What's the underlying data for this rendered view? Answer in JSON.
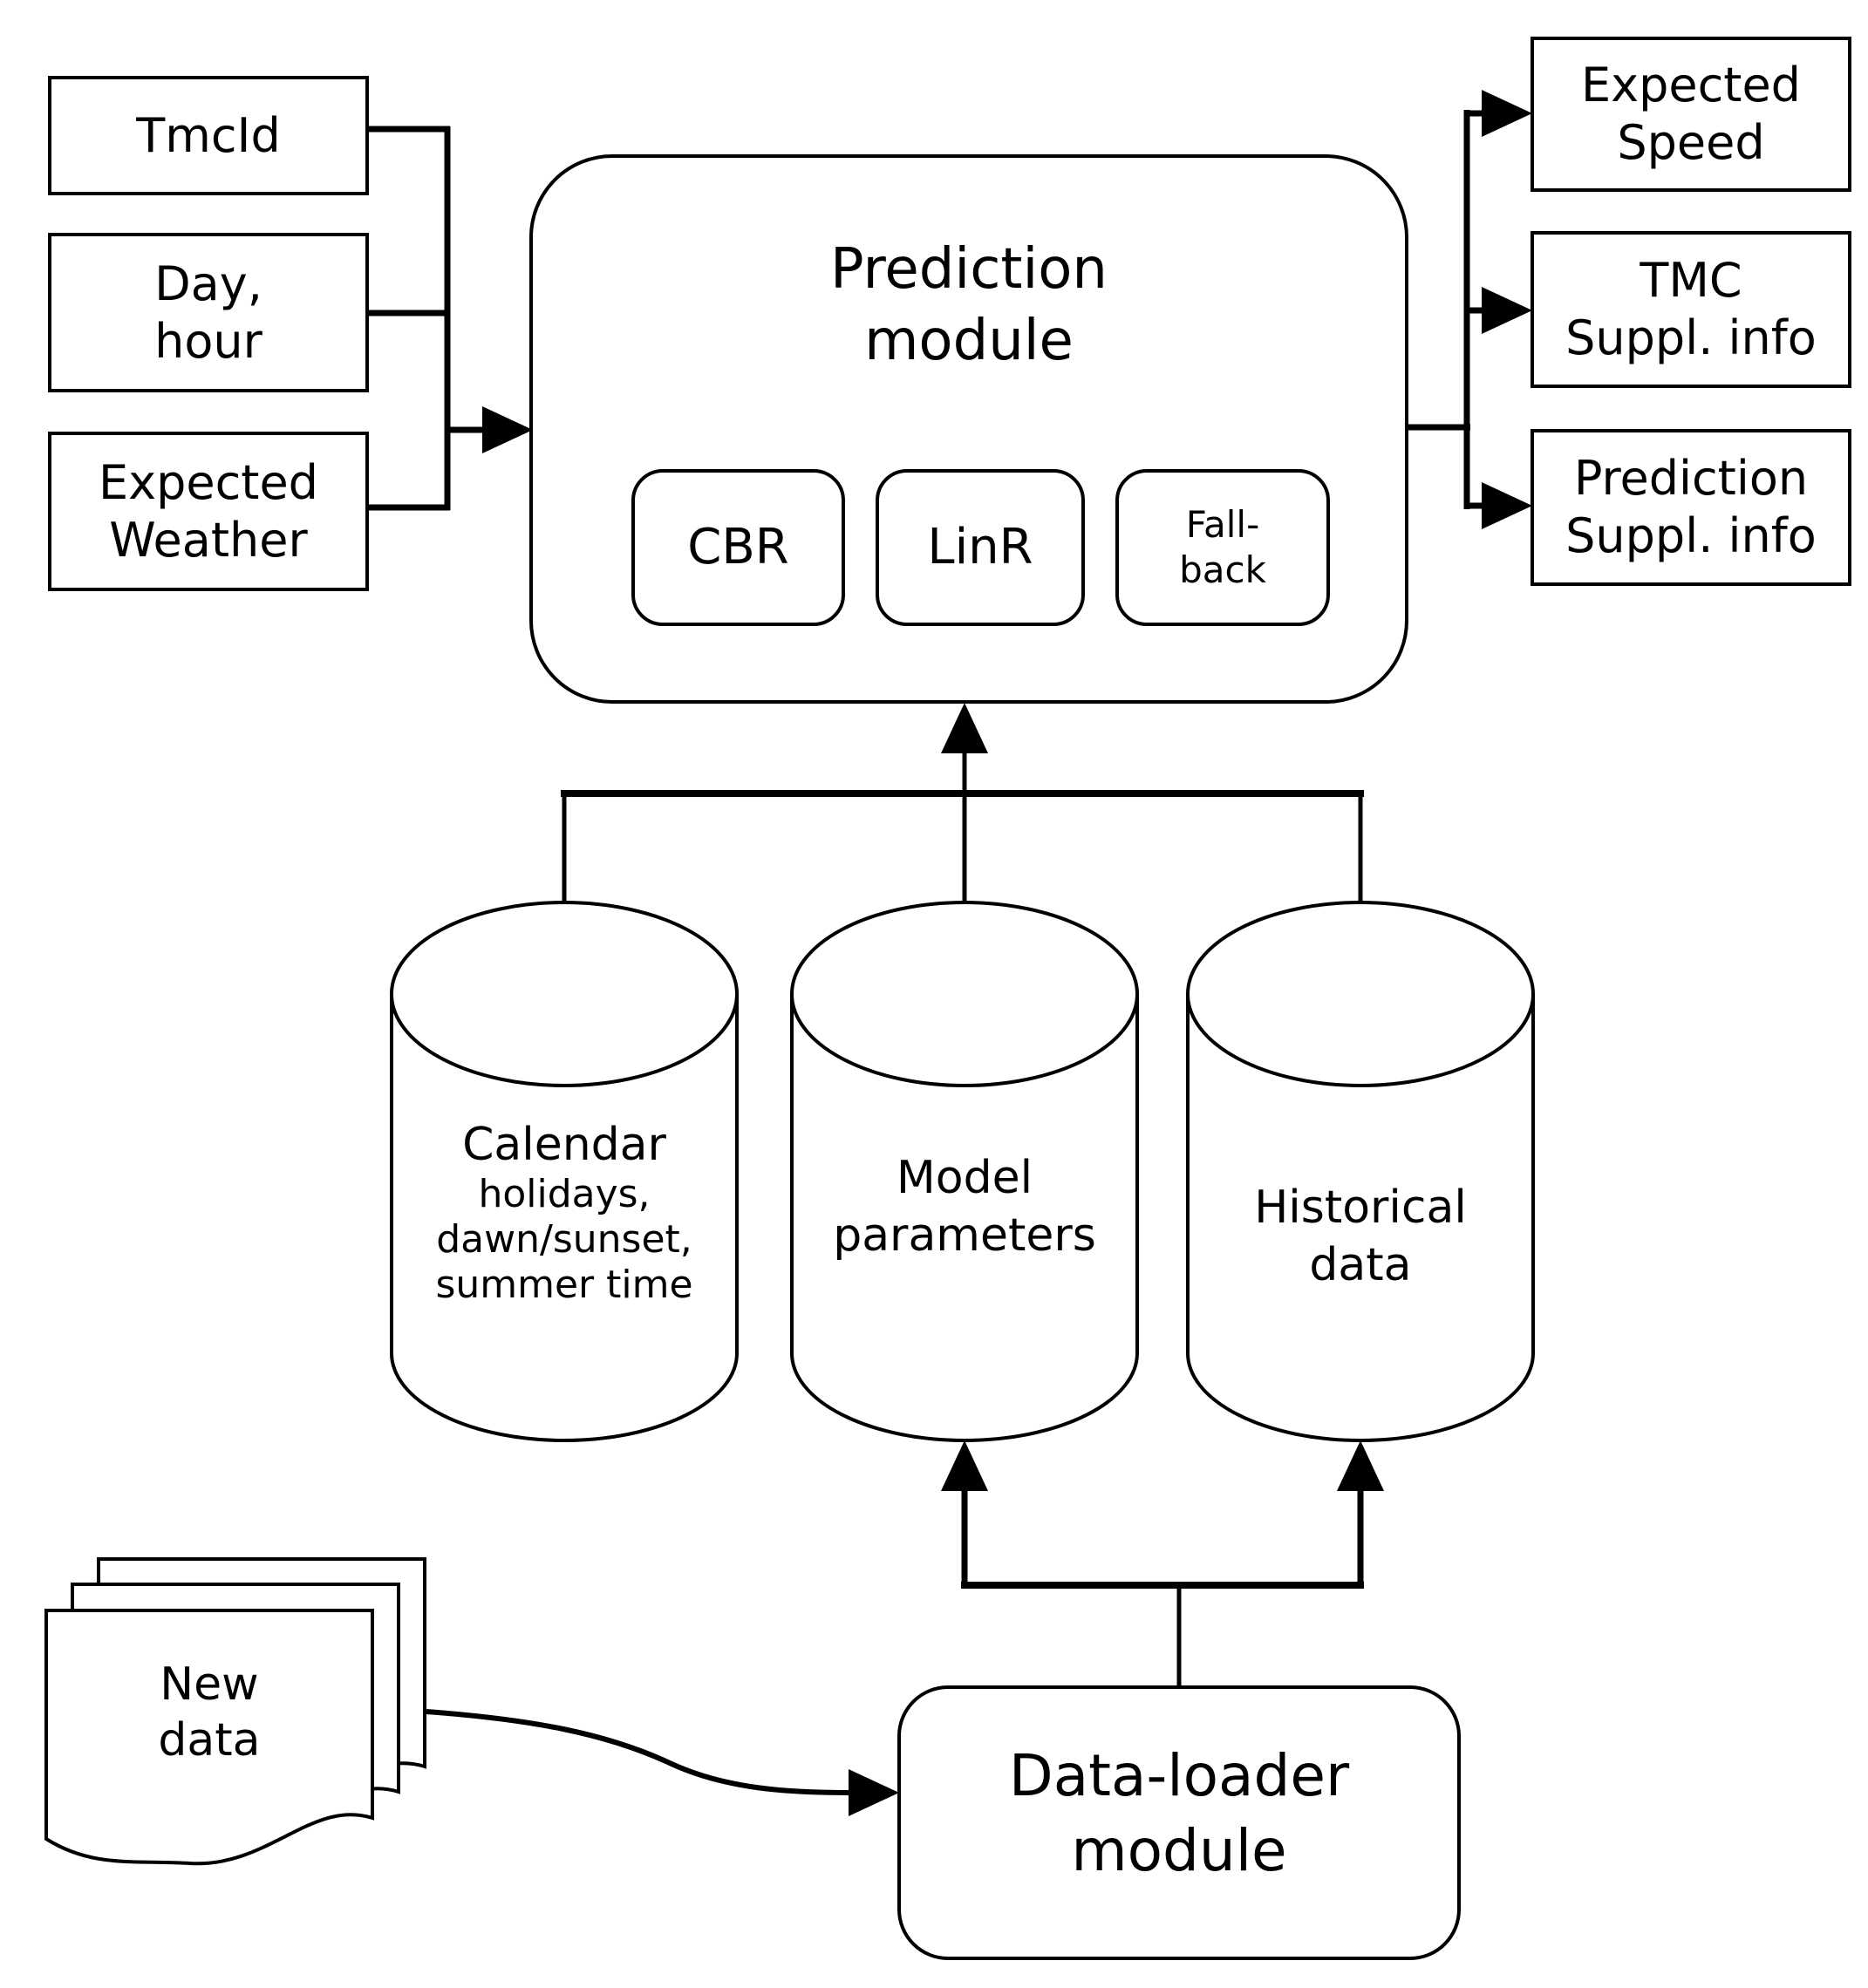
{
  "inputs": [
    {
      "label": "TmcId"
    },
    {
      "label": "Day,\nhour"
    },
    {
      "label": "Expected\nWeather"
    }
  ],
  "prediction_module": {
    "title": "Prediction\nmodule",
    "submodules": [
      {
        "label": "CBR"
      },
      {
        "label": "LinR"
      },
      {
        "label": "Fall-\nback"
      }
    ]
  },
  "outputs": [
    {
      "label": "Expected\nSpeed"
    },
    {
      "label": "TMC\nSuppl. info"
    },
    {
      "label": "Prediction\nSuppl. info"
    }
  ],
  "datastores": [
    {
      "title": "Calendar",
      "subtitle": "holidays,\ndawn/sunset,\nsummer time"
    },
    {
      "title": "Model\nparameters",
      "subtitle": ""
    },
    {
      "title": "Historical\ndata",
      "subtitle": ""
    }
  ],
  "loader_module": {
    "title": "Data-loader\nmodule"
  },
  "new_data": {
    "label": "New\ndata"
  },
  "colors": {
    "line": "#000000",
    "fill": "#ffffff",
    "text": "#000000"
  }
}
